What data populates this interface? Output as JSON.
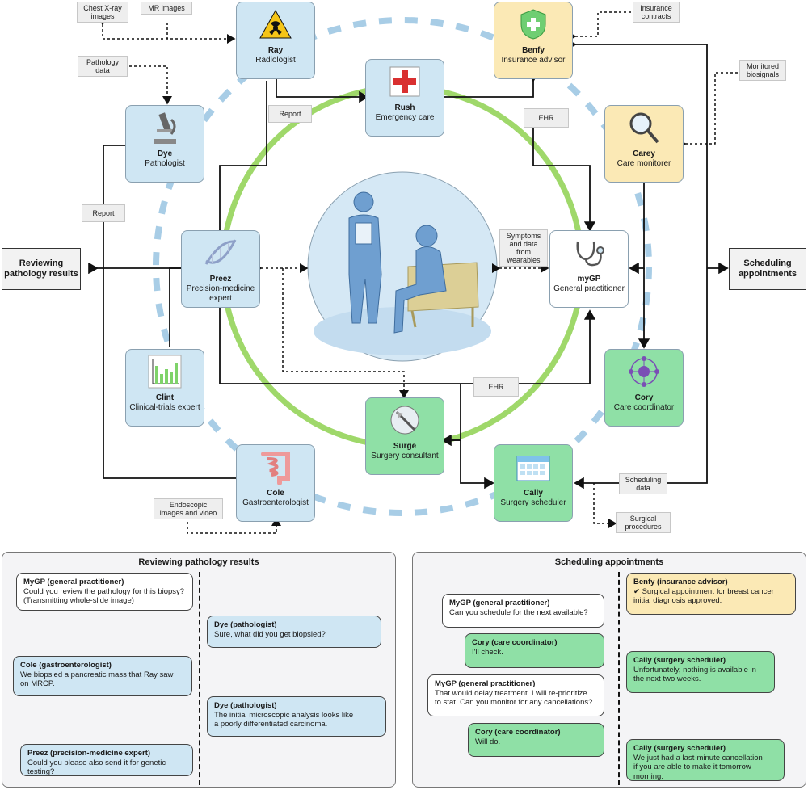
{
  "nodes": {
    "ray": {
      "name": "Ray",
      "role": "Radiologist"
    },
    "rush": {
      "name": "Rush",
      "role": "Emergency care"
    },
    "benfy": {
      "name": "Benfy",
      "role": "Insurance advisor"
    },
    "dye": {
      "name": "Dye",
      "role": "Pathologist"
    },
    "carey": {
      "name": "Carey",
      "role": "Care monitorer"
    },
    "preez": {
      "name": "Preez",
      "role": "Precision-medicine expert"
    },
    "mygp": {
      "name": "myGP",
      "role": "General practitioner"
    },
    "clint": {
      "name": "Clint",
      "role": "Clinical-trials expert"
    },
    "cory": {
      "name": "Cory",
      "role": "Care coordinator"
    },
    "surge": {
      "name": "Surge",
      "role": "Surgery consultant"
    },
    "cole": {
      "name": "Cole",
      "role": "Gastroenterologist"
    },
    "cally": {
      "name": "Cally",
      "role": "Surgery scheduler"
    }
  },
  "tags": {
    "chest_xray": "Chest X-ray images",
    "mr": "MR images",
    "pathology_data": "Pathology data",
    "report_top": "Report",
    "report_left": "Report",
    "ehr_top": "EHR",
    "ehr_bottom": "EHR",
    "insurance": "Insurance contracts",
    "biosignals": "Monitored biosignals",
    "symptoms": "Symptoms and data from wearables",
    "endoscopic": "Endoscopic images and video",
    "scheduling_data": "Scheduling data",
    "surgical_procedures": "Surgical procedures"
  },
  "sides": {
    "left": "Reviewing pathology results",
    "right": "Scheduling appointments"
  },
  "pathology_panel": {
    "title": "Reviewing pathology results",
    "messages": [
      {
        "who": "MyGP (general practitioner)",
        "text": "Could you review the pathology for this biopsy?\n(Transmitting whole-slide image)"
      },
      {
        "who": "Dye (pathologist)",
        "text": "Sure, what did you get biopsied?"
      },
      {
        "who": "Cole (gastroenterologist)",
        "text": "We biopsied a pancreatic mass that Ray saw\non MRCP."
      },
      {
        "who": "Dye (pathologist)",
        "text": "The initial microscopic analysis looks like\na poorly differentiated carcinoma."
      },
      {
        "who": "Preez (precision-medicine expert)",
        "text": "Could you please also send it for genetic testing?"
      }
    ]
  },
  "scheduling_panel": {
    "title": "Scheduling appointments",
    "messages": [
      {
        "who": "Benfy (insurance advisor)",
        "text": "✔ Surgical appointment for breast cancer\ninitial diagnosis approved."
      },
      {
        "who": "MyGP (general practitioner)",
        "text": "Can you schedule for the next available?"
      },
      {
        "who": "Cory (care coordinator)",
        "text": "I'll check."
      },
      {
        "who": "Cally (surgery scheduler)",
        "text": "Unfortunately, nothing is available in\nthe next two weeks."
      },
      {
        "who": "MyGP (general practitioner)",
        "text": "That would delay treatment. I will re-prioritize\nto stat. Can you monitor for any cancellations?"
      },
      {
        "who": "Cory (care coordinator)",
        "text": "Will do."
      },
      {
        "who": "Cally (surgery scheduler)",
        "text": "We just had a last-minute cancellation\nif you are able to make it tomorrow morning."
      }
    ]
  },
  "colors": {
    "blue_node": "#cfe6f3",
    "yellow_node": "#fbe9b5",
    "green_node": "#8fe0a6",
    "inner_ring": "#9fd86a",
    "outer_ring": "#a8cde6",
    "center_circle": "#d5e8f5",
    "figure": "#6f9fd0"
  },
  "icons": {
    "ray": "radiation-icon",
    "rush": "red-cross-icon",
    "benfy": "shield-icon",
    "dye": "microscope-icon",
    "carey": "magnifier-icon",
    "preez": "dna-icon",
    "mygp": "stethoscope-icon",
    "clint": "bar-chart-icon",
    "cory": "network-icon",
    "surge": "scalpel-icon",
    "cole": "intestine-icon",
    "cally": "calendar-icon"
  }
}
